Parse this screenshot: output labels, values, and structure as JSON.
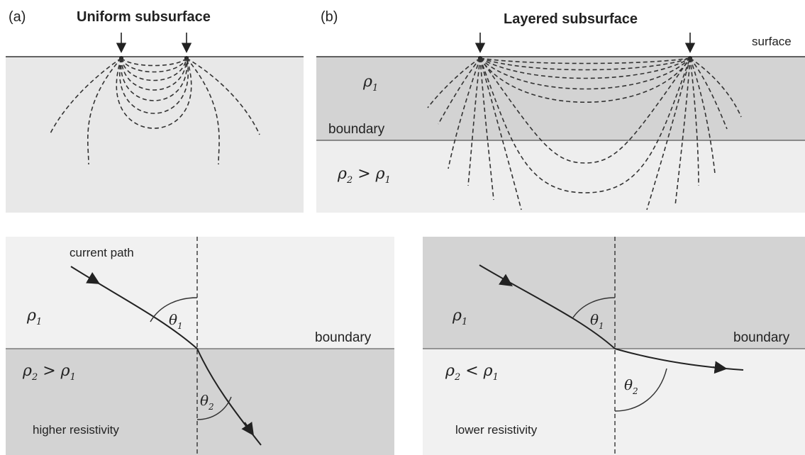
{
  "panel_a": {
    "tag": "(a)",
    "title": "Uniform subsurface"
  },
  "panel_b": {
    "tag": "(b)",
    "title": "Layered subsurface",
    "surface_label": "surface",
    "rho1": "ρ",
    "rho1_sub": "1",
    "boundary_label": "boundary",
    "rho2_expr": "ρ",
    "rho2_sub": "2",
    "rho2_rel": " > ρ",
    "rho2_rel_sub": "1"
  },
  "panel_c": {
    "current_path": "current path",
    "rho1": "ρ",
    "rho1_sub": "1",
    "theta1": "θ",
    "theta1_sub": "1",
    "boundary_label": "boundary",
    "rho2": "ρ",
    "rho2_sub": "2",
    "rho2_rel": " > ρ",
    "rho2_rel_sub": "1",
    "theta2": "θ",
    "theta2_sub": "2",
    "resistivity": "higher resistivity"
  },
  "panel_d": {
    "rho1": "ρ",
    "rho1_sub": "1",
    "theta1": "θ",
    "theta1_sub": "1",
    "boundary_label": "boundary",
    "rho2": "ρ",
    "rho2_sub": "2",
    "rho2_rel": " < ρ",
    "rho2_rel_sub": "1",
    "theta2": "θ",
    "theta2_sub": "2",
    "resistivity": "lower resistivity"
  },
  "colors": {
    "light_ground": "#e8e8e8",
    "dark_ground": "#d3d3d3",
    "lightest_ground": "#f1f1f1",
    "line": "#333333"
  }
}
